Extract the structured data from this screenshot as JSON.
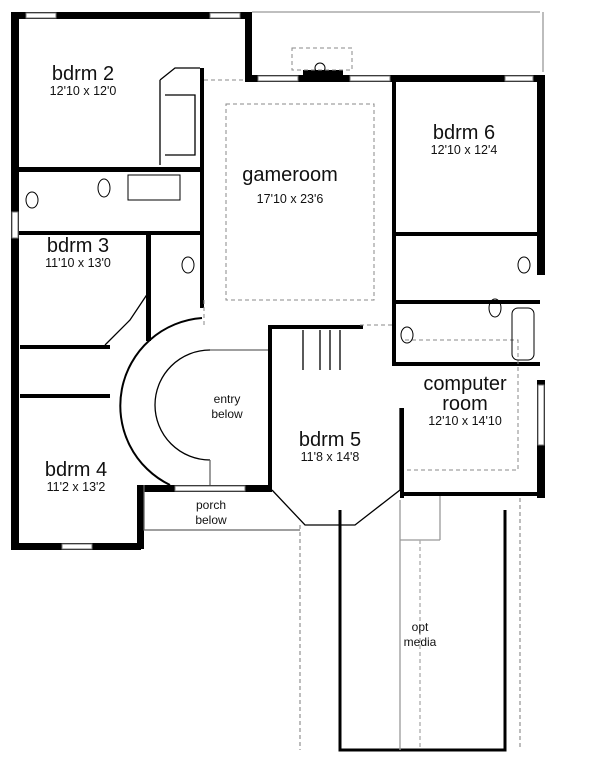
{
  "rooms": {
    "bdrm2": {
      "name": "bdrm 2",
      "dim": "12'10 x 12'0"
    },
    "bdrm3": {
      "name": "bdrm 3",
      "dim": "11'10 x 13'0"
    },
    "bdrm4": {
      "name": "bdrm 4",
      "dim": "11'2 x 13'2"
    },
    "bdrm5": {
      "name": "bdrm 5",
      "dim": "11'8 x 14'8"
    },
    "bdrm6": {
      "name": "bdrm 6",
      "dim": "12'10 x 12'4"
    },
    "gameroom": {
      "name": "gameroom",
      "dim": "17'10 x 23'6"
    },
    "computer": {
      "name1": "computer",
      "name2": "room",
      "dim": "12'10 x 14'10"
    }
  },
  "notes": {
    "entry1": "entry",
    "entry2": "below",
    "porch1": "porch",
    "porch2": "below",
    "media1": "opt",
    "media2": "media"
  }
}
